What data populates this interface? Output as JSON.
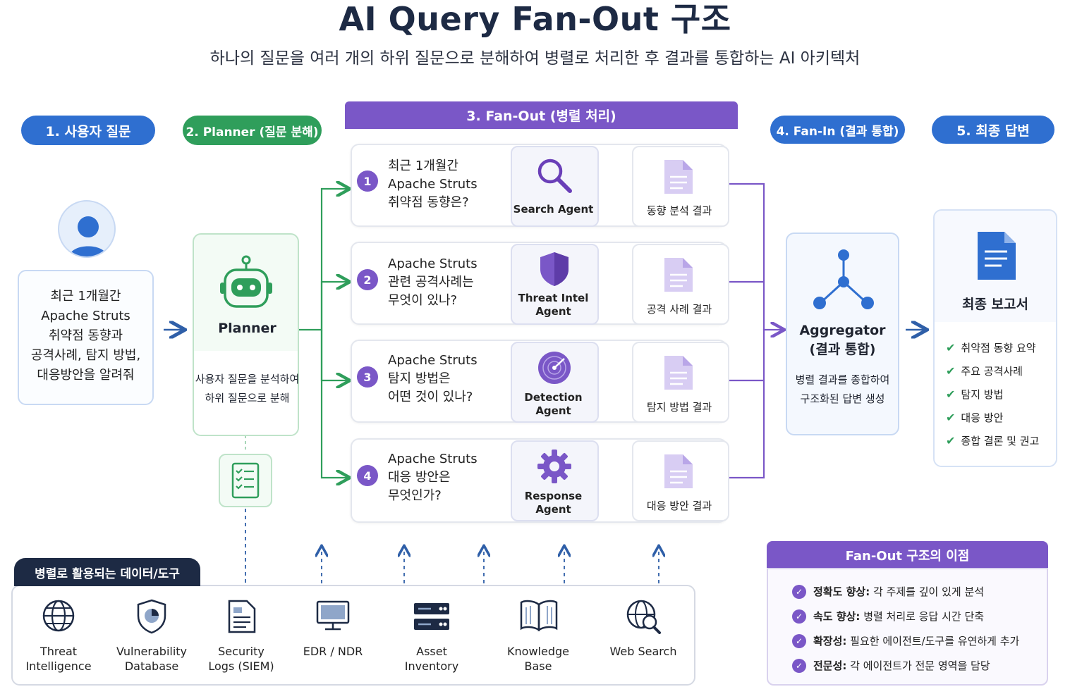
{
  "title": "AI Query Fan-Out 구조",
  "subtitle": "하나의 질문을 여러 개의 하위 질문으로 분해하여 병렬로 처리한 후 결과를 통합하는 AI 아키텍처",
  "steps": {
    "s1": "1. 사용자 질문",
    "s2": "2. Planner (질문 분해)",
    "s3": "3. Fan-Out (병렬 처리)",
    "s4": "4. Fan-In (결과 통합)",
    "s5": "5. 최종 답변"
  },
  "user_question": {
    "line1": "최근 1개월간",
    "line2": "Apache Struts",
    "line3": "취약점 동향과",
    "line4": "공격사례, 탐지 방법,",
    "line5": "대응방안을 알려줘"
  },
  "planner": {
    "title": "Planner",
    "desc1": "사용자 질문을 분석하여",
    "desc2": "하위 질문으로 분해"
  },
  "fanout": [
    {
      "num": "1",
      "q1": "최근 1개월간",
      "q2": "Apache Struts",
      "q3": "취약점 동향은?",
      "agent1": "Search Agent",
      "agent2": "",
      "result": "동향 분석 결과"
    },
    {
      "num": "2",
      "q1": "Apache Struts",
      "q2": "관련 공격사례는",
      "q3": "무엇이 있나?",
      "agent1": "Threat Intel",
      "agent2": "Agent",
      "result": "공격 사례 결과"
    },
    {
      "num": "3",
      "q1": "Apache Struts",
      "q2": "탐지 방법은",
      "q3": "어떤 것이 있나?",
      "agent1": "Detection",
      "agent2": "Agent",
      "result": "탐지 방법 결과"
    },
    {
      "num": "4",
      "q1": "Apache Struts",
      "q2": "대응 방안은",
      "q3": "무엇인가?",
      "agent1": "Response",
      "agent2": "Agent",
      "result": "대응 방안 결과"
    }
  ],
  "aggregator": {
    "title1": "Aggregator",
    "title2": "(결과 통합)",
    "desc1": "병렬 결과를 종합하여",
    "desc2": "구조화된 답변 생성"
  },
  "final": {
    "title": "최종 보고서",
    "items": [
      "취약점 동향 요약",
      "주요 공격사례",
      "탐지 방법",
      "대응 방안",
      "종합 결론 및 권고"
    ]
  },
  "tools": {
    "heading": "병렬로 활용되는 데이터/도구",
    "items": [
      {
        "l1": "Threat",
        "l2": "Intelligence",
        "icon": "globe-icon"
      },
      {
        "l1": "Vulnerability",
        "l2": "Database",
        "icon": "shield-icon"
      },
      {
        "l1": "Security",
        "l2": "Logs (SIEM)",
        "icon": "log-document-icon"
      },
      {
        "l1": "EDR / NDR",
        "l2": "",
        "icon": "monitor-icon"
      },
      {
        "l1": "Asset",
        "l2": "Inventory",
        "icon": "server-icon"
      },
      {
        "l1": "Knowledge",
        "l2": "Base",
        "icon": "book-icon"
      },
      {
        "l1": "Web Search",
        "l2": "",
        "icon": "web-search-icon"
      }
    ]
  },
  "benefits": {
    "heading": "Fan-Out 구조의 이점",
    "items": [
      {
        "label": "정확도 향상:",
        "text": " 각 주제를 깊이 있게 분석"
      },
      {
        "label": "속도 향상:",
        "text": " 병렬 처리로 응답 시간 단축"
      },
      {
        "label": "확장성:",
        "text": " 필요한 에이전트/도구를 유연하게 추가"
      },
      {
        "label": "전문성:",
        "text": " 각 에이전트가 전문 영역을 담당"
      }
    ]
  },
  "colors": {
    "blue": "#2f6fd0",
    "green": "#2f9e5b",
    "purple": "#7a57c7",
    "navy": "#1d2a44"
  }
}
